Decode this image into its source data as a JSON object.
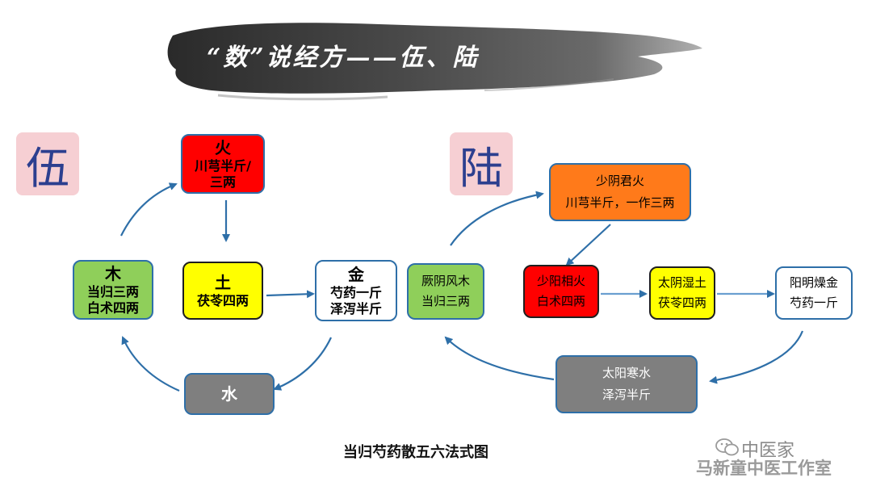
{
  "title": "“数”说经方——伍、陆",
  "caption": "当归芍药散五六法式图",
  "watermark": {
    "line1": "中医家",
    "line2": "马新童中医工作室",
    "icon": "wechat-icon"
  },
  "colors": {
    "arrow": "#2e6fa8",
    "fire": "#ff0000",
    "earth": "#ffff00",
    "wood": "#8fcf5a",
    "water": "#7f7f7f",
    "shaoyin": "#ff7a1a",
    "metal": "#ffffff",
    "badge_bg": "#f6cfd3",
    "badge_text": "#2c3f8f"
  },
  "wu": {
    "badge": "伍",
    "fire": {
      "name": "火",
      "herb": "川芎半斤/三两"
    },
    "earth": {
      "name": "土",
      "herb": "茯苓四两"
    },
    "wood": {
      "name": "木",
      "herb1": "当归三两",
      "herb2": "白术四两"
    },
    "metal": {
      "name": "金",
      "herb1": "芍药一斤",
      "herb2": "泽泻半斤"
    },
    "water": {
      "name": "水"
    }
  },
  "lu": {
    "badge": "陆",
    "jueyin": {
      "name": "厥阴风木",
      "herb": "当归三两"
    },
    "shaoyin": {
      "name": "少阴君火",
      "herb": "川芎半斤，一作三两"
    },
    "shaoyang": {
      "name": "少阳相火",
      "herb": "白术四两"
    },
    "taiyin": {
      "name": "太阴湿土",
      "herb": "茯苓四两"
    },
    "yangming": {
      "name": "阳明燥金",
      "herb": "芍药一斤"
    },
    "taiyang": {
      "name": "太阳寒水",
      "herb": "泽泻半斤"
    }
  }
}
